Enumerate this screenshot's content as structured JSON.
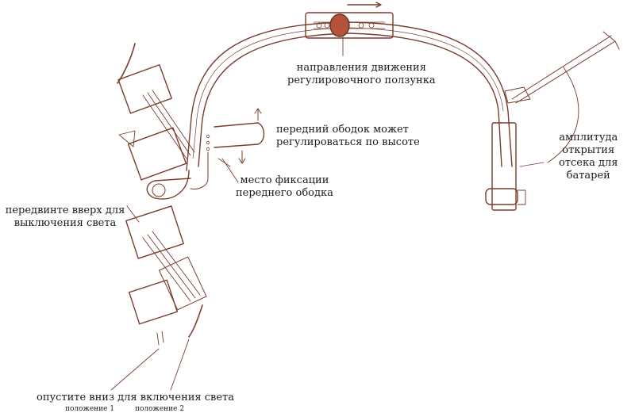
{
  "labels": {
    "slider_direction": [
      "направления движения",
      "регулировочного ползунка"
    ],
    "rim_height": [
      "передний ободок может",
      "регулироваться по высоте"
    ],
    "rim_fix": [
      "место фиксации",
      "переднего ободка"
    ],
    "battery_amplitude": [
      "амплитуда",
      "открытия",
      "отсека для",
      "батарей"
    ],
    "move_up": [
      "передвинте вверх для",
      "выключения света"
    ],
    "move_down": "опустите вниз для включения света",
    "position_1": "положение 1",
    "position_2": "положение 2"
  },
  "colors": {
    "line": "#7a3d2e",
    "slider_knob": "#b5523a",
    "text": "#1a1a1a"
  }
}
